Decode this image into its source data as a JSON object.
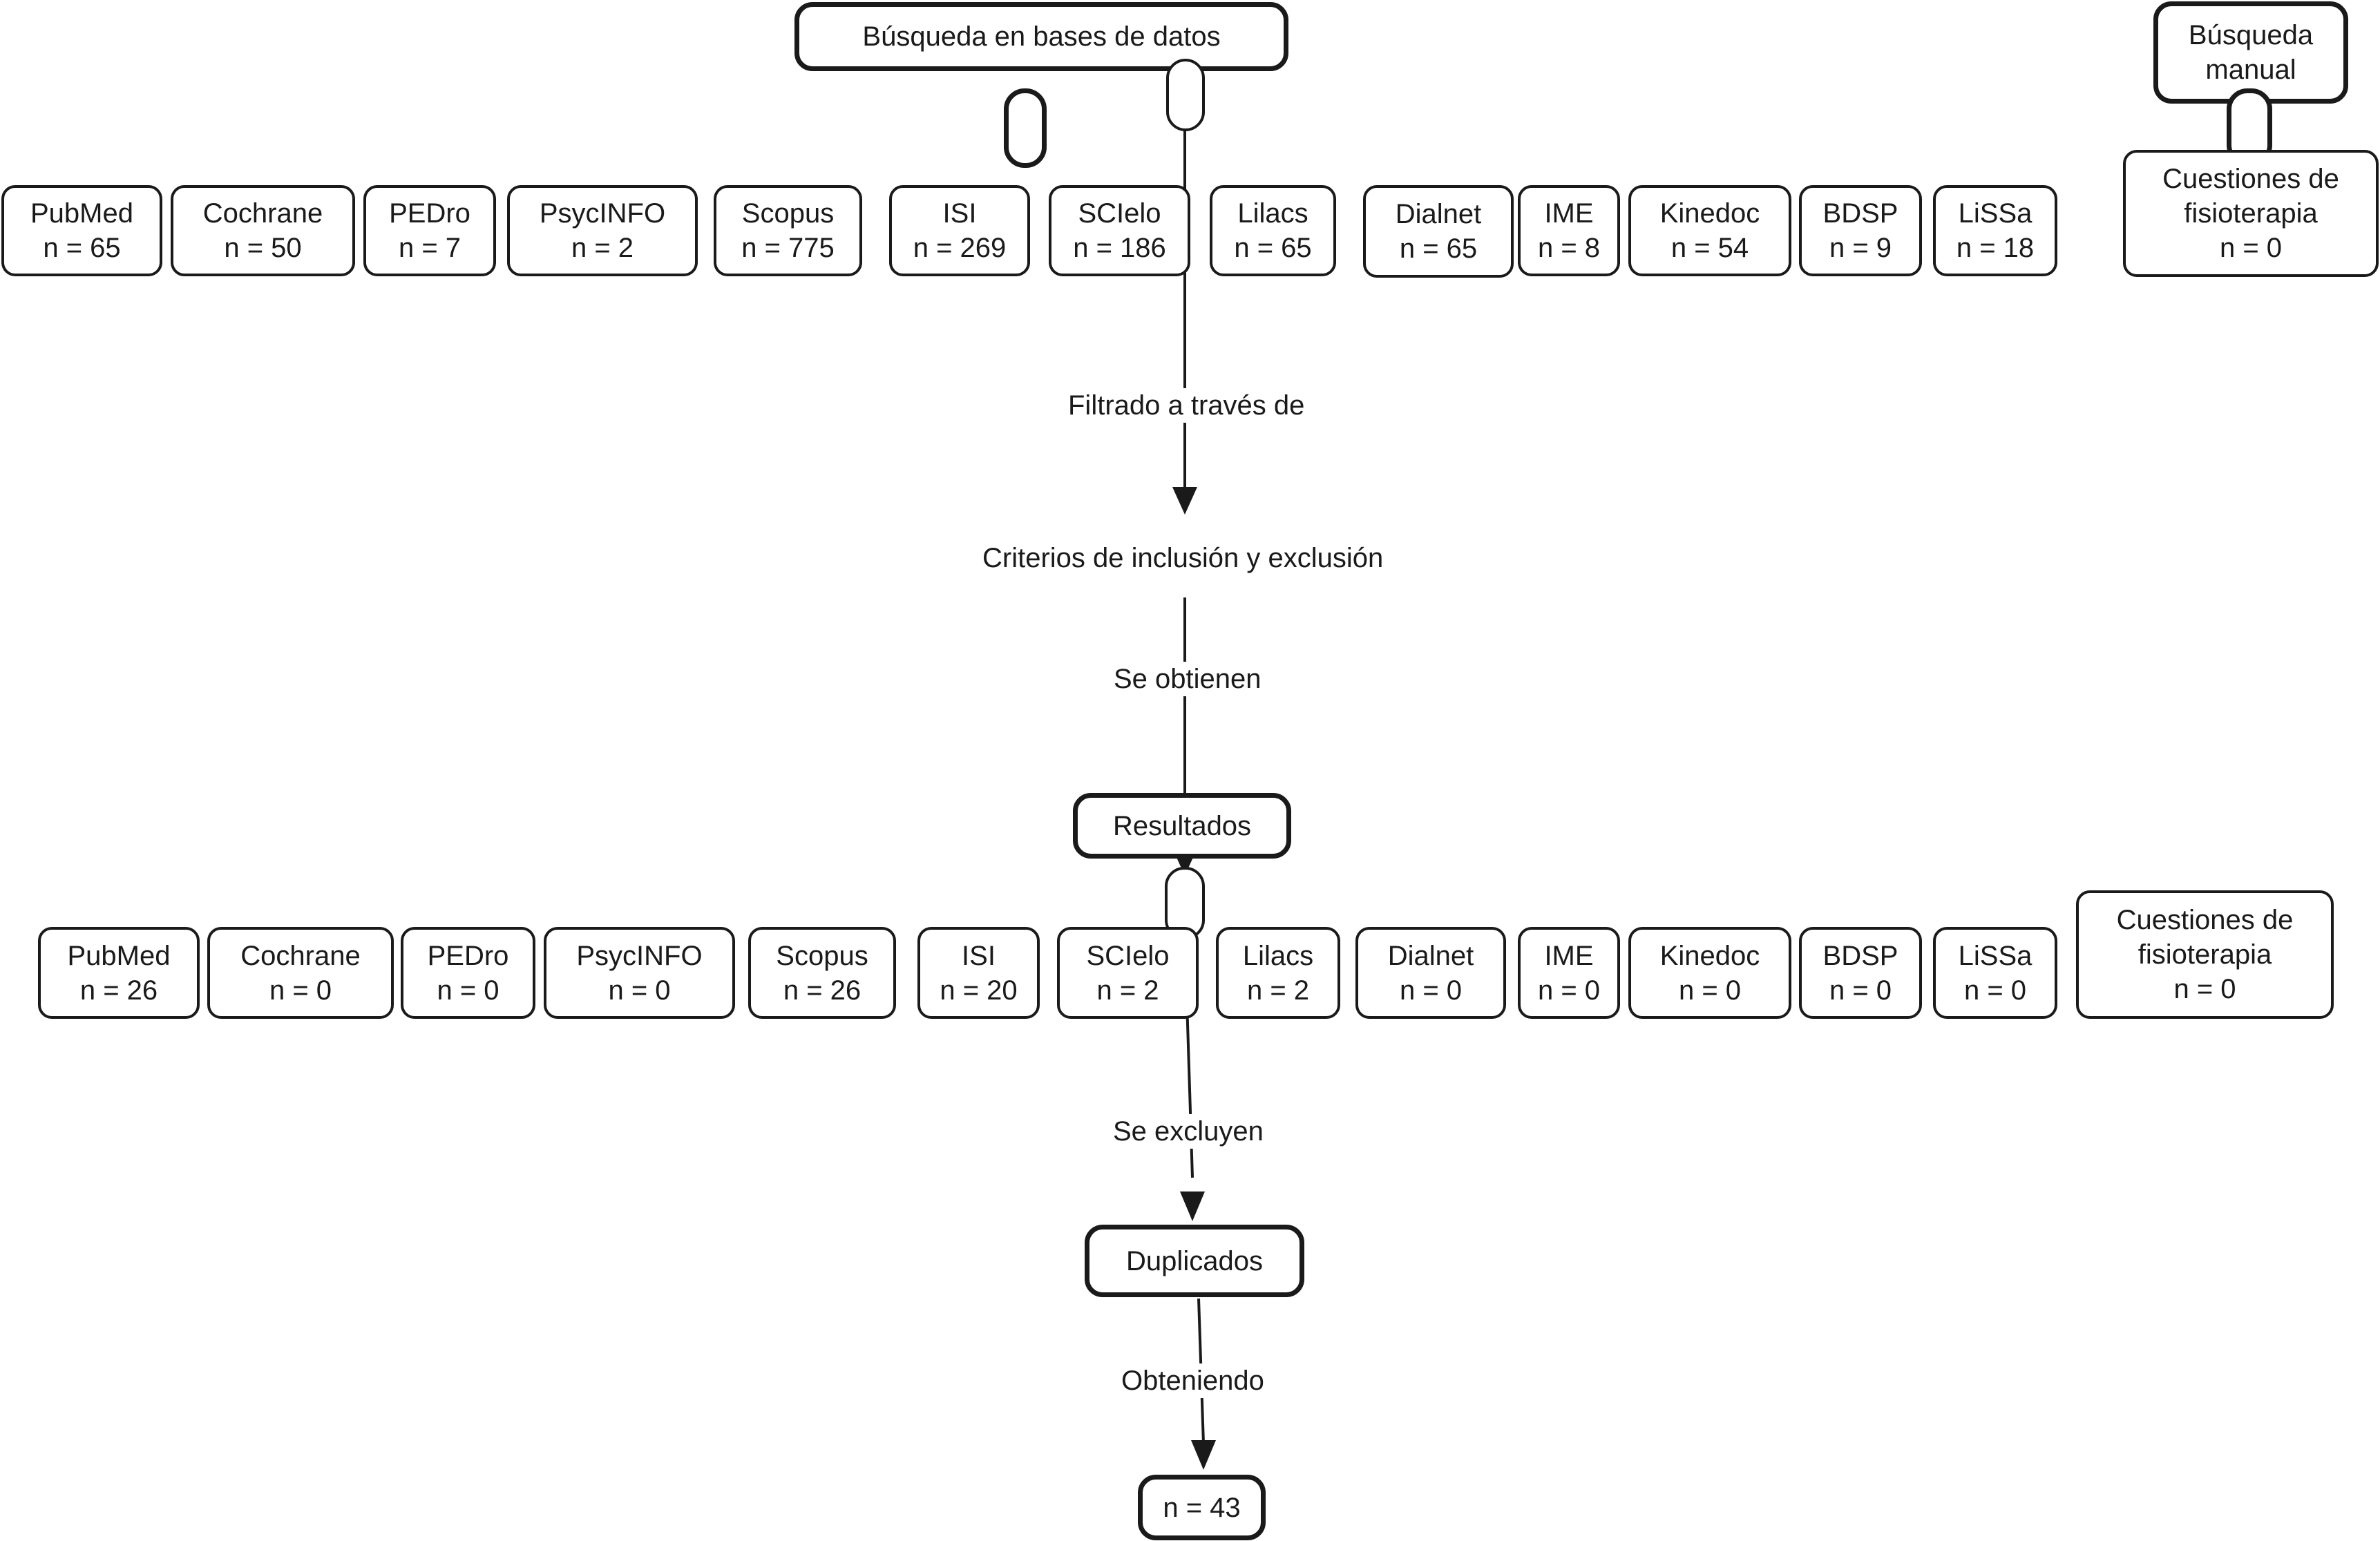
{
  "top": {
    "title": "Búsqueda en bases de datos",
    "manual_title": "Búsqueda manual",
    "databases": [
      {
        "name": "PubMed",
        "count": "n = 65"
      },
      {
        "name": "Cochrane",
        "count": "n = 50"
      },
      {
        "name": "PEDro",
        "count": "n = 7"
      },
      {
        "name": "PsycINFO",
        "count": "n = 2"
      },
      {
        "name": "Scopus",
        "count": "n = 775"
      },
      {
        "name": "ISI",
        "count": "n = 269"
      },
      {
        "name": "SCIelo",
        "count": "n = 186"
      },
      {
        "name": "Lilacs",
        "count": "n = 65"
      },
      {
        "name": "Dialnet",
        "count": "n = 65"
      },
      {
        "name": "IME",
        "count": "n = 8"
      },
      {
        "name": "Kinedoc",
        "count": "n = 54"
      },
      {
        "name": "BDSP",
        "count": "n = 9"
      },
      {
        "name": "LiSSa",
        "count": "n = 18"
      }
    ],
    "manual": {
      "line1": "Cuestiones de",
      "line2": "fisioterapia",
      "count": "n = 0"
    }
  },
  "flow": {
    "filter_label": "Filtrado a través de",
    "criteria_label": "Criterios de inclusión y exclusión",
    "obtain_label": "Se obtienen",
    "results_title": "Resultados",
    "exclude_label": "Se excluyen",
    "duplicates_title": "Duplicados",
    "obtaining_label": "Obteniendo",
    "final_count": "n = 43"
  },
  "results": {
    "databases": [
      {
        "name": "PubMed",
        "count": "n = 26"
      },
      {
        "name": "Cochrane",
        "count": "n = 0"
      },
      {
        "name": "PEDro",
        "count": "n = 0"
      },
      {
        "name": "PsycINFO",
        "count": "n = 0"
      },
      {
        "name": "Scopus",
        "count": "n = 26"
      },
      {
        "name": "ISI",
        "count": "n = 20"
      },
      {
        "name": "SCIelo",
        "count": "n = 2"
      },
      {
        "name": "Lilacs",
        "count": "n = 2"
      },
      {
        "name": "Dialnet",
        "count": "n = 0"
      },
      {
        "name": "IME",
        "count": "n = 0"
      },
      {
        "name": "Kinedoc",
        "count": "n = 0"
      },
      {
        "name": "BDSP",
        "count": "n = 0"
      },
      {
        "name": "LiSSa",
        "count": "n = 0"
      }
    ],
    "manual": {
      "line1": "Cuestiones de",
      "line2": "fisioterapia",
      "count": "n = 0"
    }
  }
}
